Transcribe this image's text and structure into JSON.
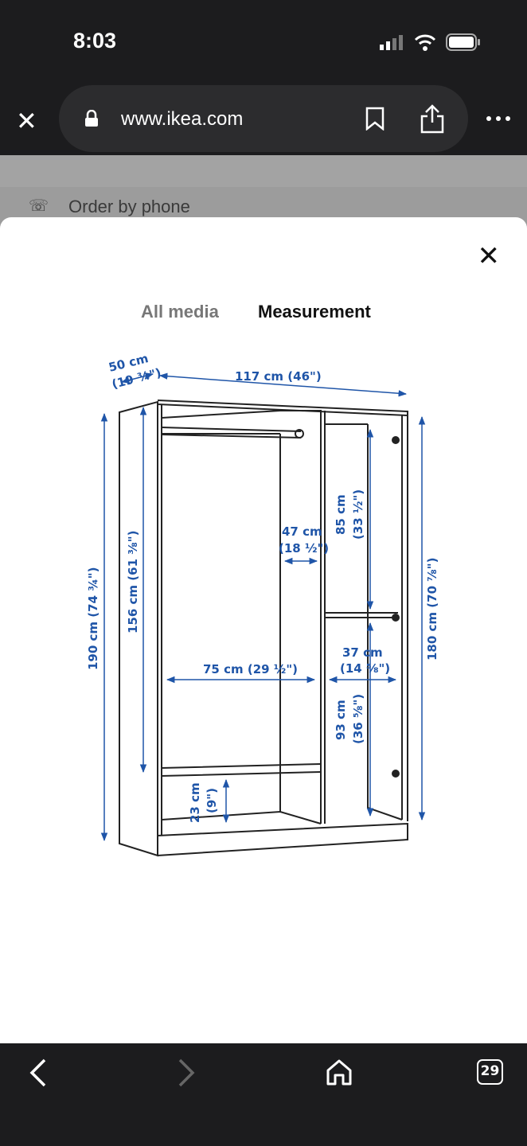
{
  "status_bar": {
    "time": "8:03"
  },
  "browser": {
    "url": "www.ikea.com",
    "tab_count": "29"
  },
  "background_page": {
    "order_by_phone": "Order by phone"
  },
  "modal": {
    "tabs": [
      {
        "label": "All media",
        "active": false
      },
      {
        "label": "Measurement",
        "active": true
      }
    ]
  },
  "diagram": {
    "accent_color": "#1f55a8",
    "labels": {
      "depth_cm": "50 cm",
      "depth_in": "(19 ¾\")",
      "width": "117 cm (46\")",
      "total_height": "190 cm (74 ¾\")",
      "inner_height": "156 cm (61 ⅜\")",
      "frame_height": "180 cm (70 ⅞\")",
      "rail_depth_cm": "47 cm",
      "rail_depth_in": "(18 ½\")",
      "upper_right_cm": "85 cm",
      "upper_right_in": "(33 ½\")",
      "left_width": "75 cm (29 ½\")",
      "right_width_cm": "37 cm",
      "right_width_in": "(14 ⅝\")",
      "lower_right_cm": "93 cm",
      "lower_right_in": "(36 ⅝\")",
      "bottom_cm": "23 cm",
      "bottom_in": "(9\")"
    }
  }
}
